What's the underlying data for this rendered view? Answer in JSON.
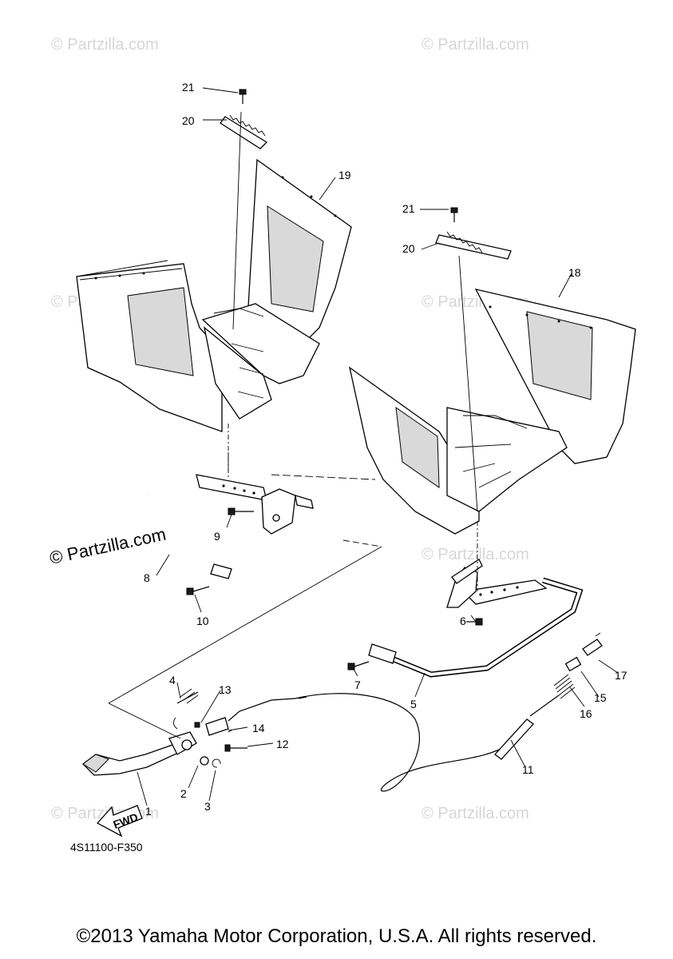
{
  "watermark": "© Partzilla.com",
  "watermark_bold": "© Partzilla.com",
  "diagram_code": "4S11100-F350",
  "copyright": "©2013 Yamaha Motor Corporation, U.S.A. All rights reserved.",
  "fwd_label": "FWD",
  "callouts": {
    "c1": "1",
    "c2": "2",
    "c3": "3",
    "c4": "4",
    "c5": "5",
    "c6": "6",
    "c7": "7",
    "c8": "8",
    "c9": "9",
    "c10": "10",
    "c11": "11",
    "c12": "12",
    "c13": "13",
    "c14": "14",
    "c15": "15",
    "c16": "16",
    "c17": "17",
    "c18": "18",
    "c19": "19",
    "c20a": "20",
    "c20b": "20",
    "c21a": "21",
    "c21b": "21"
  }
}
